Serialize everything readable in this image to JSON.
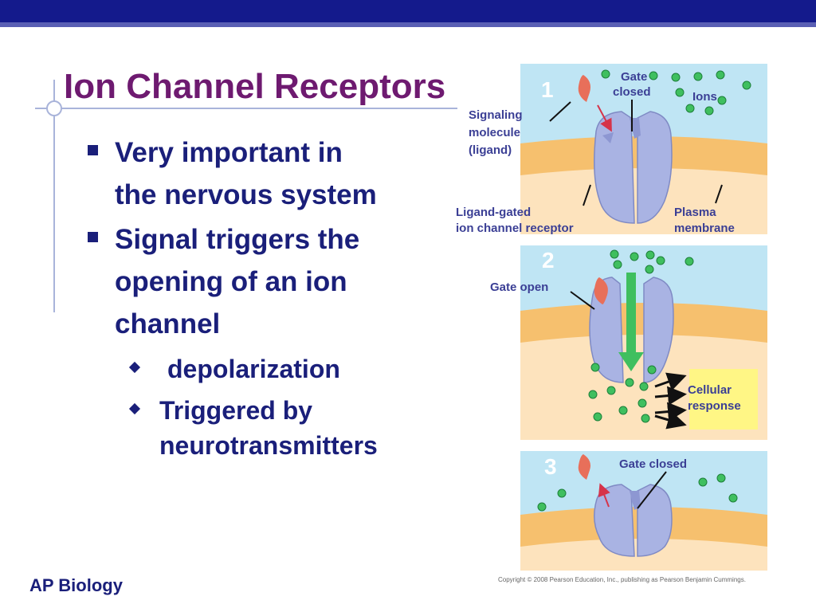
{
  "slide": {
    "title": "Ion Channel Receptors",
    "footer": "AP Biology",
    "bullets": [
      {
        "text_l1": "Very important in",
        "text_l2": "the nervous system"
      },
      {
        "text_l1": "Signal triggers the",
        "text_l2": "opening of an ion",
        "text_l3": "channel"
      }
    ],
    "sub_bullets": [
      {
        "text": "depolarization"
      },
      {
        "text_l1": "Triggered by",
        "text_l2": "neurotransmitters"
      }
    ]
  },
  "figure": {
    "panel1": {
      "number": "1",
      "gate_l1": "Gate",
      "gate_l2": "closed",
      "ions": "Ions",
      "signal_l1": "Signaling",
      "signal_l2": "molecule",
      "signal_l3": "(ligand)",
      "receptor_l1": "Ligand-gated",
      "receptor_l2": "ion channel receptor",
      "membrane_l1": "Plasma",
      "membrane_l2": "membrane"
    },
    "panel2": {
      "number": "2",
      "gate": "Gate open",
      "response_l1": "Cellular",
      "response_l2": "response"
    },
    "panel3": {
      "number": "3",
      "gate": "Gate closed"
    },
    "copyright": "Copyright © 2008 Pearson Education, Inc., publishing as Pearson Benjamin Cummings."
  },
  "colors": {
    "header_bar": "#141a8c",
    "title": "#6e1a70",
    "bullet_text": "#1a1f7a",
    "extracellular": "#bfe5f4",
    "membrane": "#f6c06e",
    "cytoplasm": "#fde3bd",
    "channel": "#a9b3e3",
    "ion": "#3fbf5f",
    "ligand": "#e86f5a",
    "response_box": "#fff685"
  }
}
